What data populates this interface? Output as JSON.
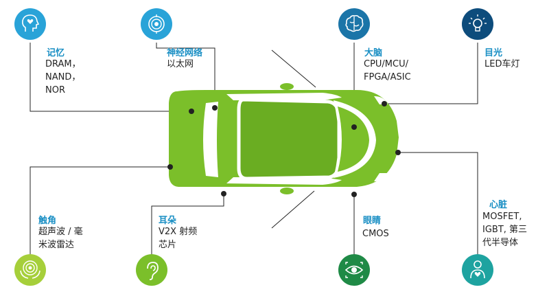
{
  "colors": {
    "car": "#7bbf2a",
    "car_dark": "#5f9b1d",
    "window": "#ffffff",
    "line": "#222222",
    "light_blue": "#29a3d8",
    "mid_blue": "#1b75a8",
    "navy": "#0d4c7c",
    "green": "#7bbf2a",
    "dark_green": "#1f8a46",
    "teal": "#1ea3a0",
    "title": "#1a8fc4"
  },
  "features": [
    {
      "id": "memory",
      "title": "记忆",
      "desc": "DRAM，\nNAND，\nNOR",
      "icon": "head-heart-icon"
    },
    {
      "id": "neural",
      "title": "神经网络",
      "desc": "以太网",
      "icon": "target-icon"
    },
    {
      "id": "brain",
      "title": "大脑",
      "desc": "CPU/MCU/\nFPGA/ASIC",
      "icon": "brain-icon"
    },
    {
      "id": "eyes",
      "title": "目光",
      "desc": "LED车灯",
      "icon": "lightbulb-icon"
    },
    {
      "id": "touch",
      "title": "触角",
      "desc": "超声波 / 毫\n米波雷达",
      "icon": "hands-icon"
    },
    {
      "id": "ears",
      "title": "耳朵",
      "desc": "V2X 射频\n芯片",
      "icon": "ear-icon"
    },
    {
      "id": "eye",
      "title": "眼睛",
      "desc": "CMOS",
      "icon": "eye-icon"
    },
    {
      "id": "heart",
      "title": "心脏",
      "desc": "MOSFET,\nIGBT, 第三\n代半导体",
      "icon": "person-heart-icon"
    }
  ]
}
